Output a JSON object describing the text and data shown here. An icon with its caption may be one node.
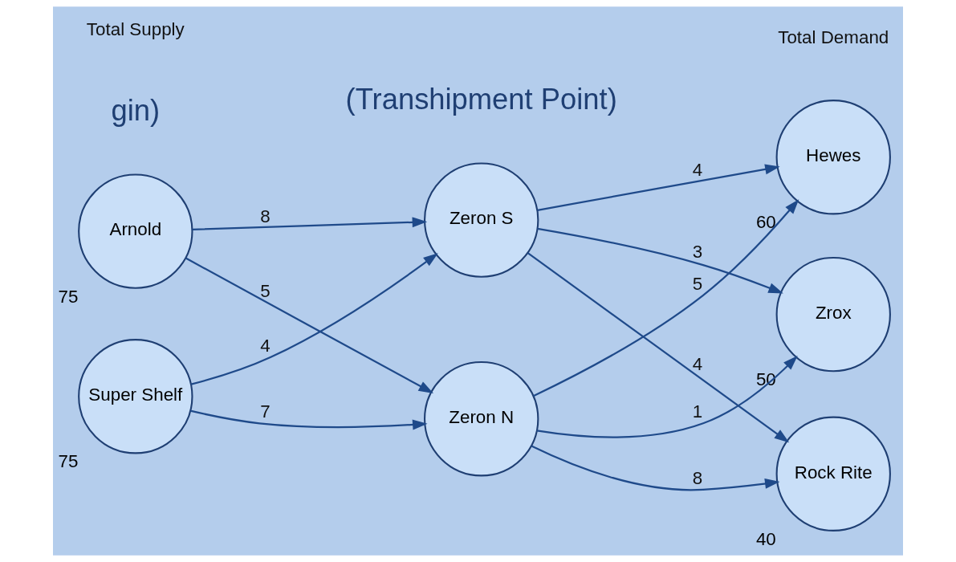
{
  "diagram": {
    "nodes": [
      {
        "text": [
          "Arnold"
        ],
        "beside": [
          "75"
        ]
      },
      {
        "text": [
          "Super Shelf"
        ],
        "beside": [
          "75"
        ]
      },
      {
        "text": [
          "Zeron N"
        ]
      },
      {
        "text": [
          "Zeron S"
        ]
      },
      {
        "text": [
          "Zrox"
        ],
        "beside": [
          "50"
        ]
      },
      {
        "text": [
          "Hewes"
        ],
        "beside": [
          "60"
        ]
      },
      {
        "text": [
          "Rock Rite"
        ],
        "beside": [
          "40"
        ]
      }
    ],
    "edges": [
      {
        "from": 0,
        "to": 2,
        "arrow": "to",
        "label": "5"
      },
      {
        "from": 0,
        "to": 3,
        "arrow": "to",
        "label": "8"
      },
      {
        "from": 1,
        "to": 2,
        "arrow": "to",
        "label": "7"
      },
      {
        "from": 1,
        "to": 3,
        "arrow": "to",
        "label": "4"
      },
      {
        "from": 2,
        "to": 4,
        "arrow": "to",
        "label": "1"
      },
      {
        "from": 2,
        "to": 5,
        "arrow": "to",
        "label": "5"
      },
      {
        "from": 2,
        "to": 6,
        "arrow": "to",
        "label": "8"
      },
      {
        "from": 3,
        "to": 4,
        "arrow": "to",
        "label": "3"
      },
      {
        "from": 3,
        "to": 5,
        "arrow": "to",
        "label": "4"
      },
      {
        "from": 3,
        "to": 6,
        "arrow": "to",
        "label": "4"
      }
    ],
    "labels": [
      "gin)",
      "(Transhipment Point)",
      "Total Supply",
      "Total Demand"
    ]
  }
}
